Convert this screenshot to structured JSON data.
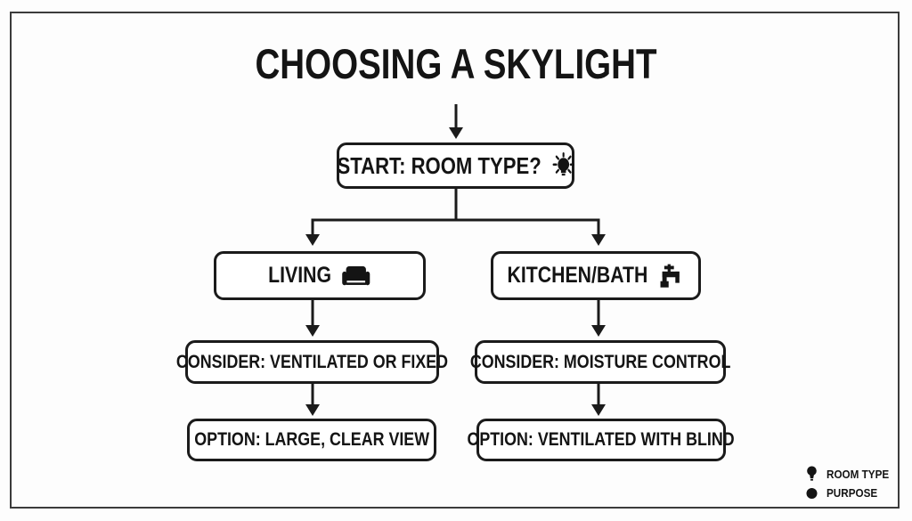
{
  "title": "CHOOSING A SKYLIGHT",
  "nodes": {
    "start": {
      "label": "START: ROOM TYPE?",
      "icon": "lightbulb-icon"
    },
    "living": {
      "label": "LIVING",
      "icon": "couch-icon"
    },
    "kitchen_bath": {
      "label": "KITCHEN/BATH",
      "icon": "faucet-icon"
    },
    "consider_living": {
      "label": "CONSIDER: VENTILATED OR FIXED"
    },
    "consider_kitchen": {
      "label": "CONSIDER: MOISTURE CONTROL"
    },
    "option_living": {
      "label": "OPTION: LARGE, CLEAR VIEW"
    },
    "option_kitchen": {
      "label": "OPTION: VENTILATED WITH BLIND"
    }
  },
  "edges": [
    {
      "from": "title",
      "to": "start"
    },
    {
      "from": "start",
      "to": "living"
    },
    {
      "from": "start",
      "to": "kitchen_bath"
    },
    {
      "from": "living",
      "to": "consider_living"
    },
    {
      "from": "kitchen_bath",
      "to": "consider_kitchen"
    },
    {
      "from": "consider_living",
      "to": "option_living"
    },
    {
      "from": "consider_kitchen",
      "to": "option_kitchen"
    }
  ],
  "legend": {
    "items": [
      {
        "icon": "lightbulb-icon",
        "label": "ROOM TYPE"
      },
      {
        "icon": "circle-icon",
        "label": "PURPOSE"
      }
    ]
  },
  "colors": {
    "ink": "#141414",
    "frame_border": "#3b3b3b",
    "box_fill": "#ffffff",
    "background": "#fdfdfd"
  }
}
